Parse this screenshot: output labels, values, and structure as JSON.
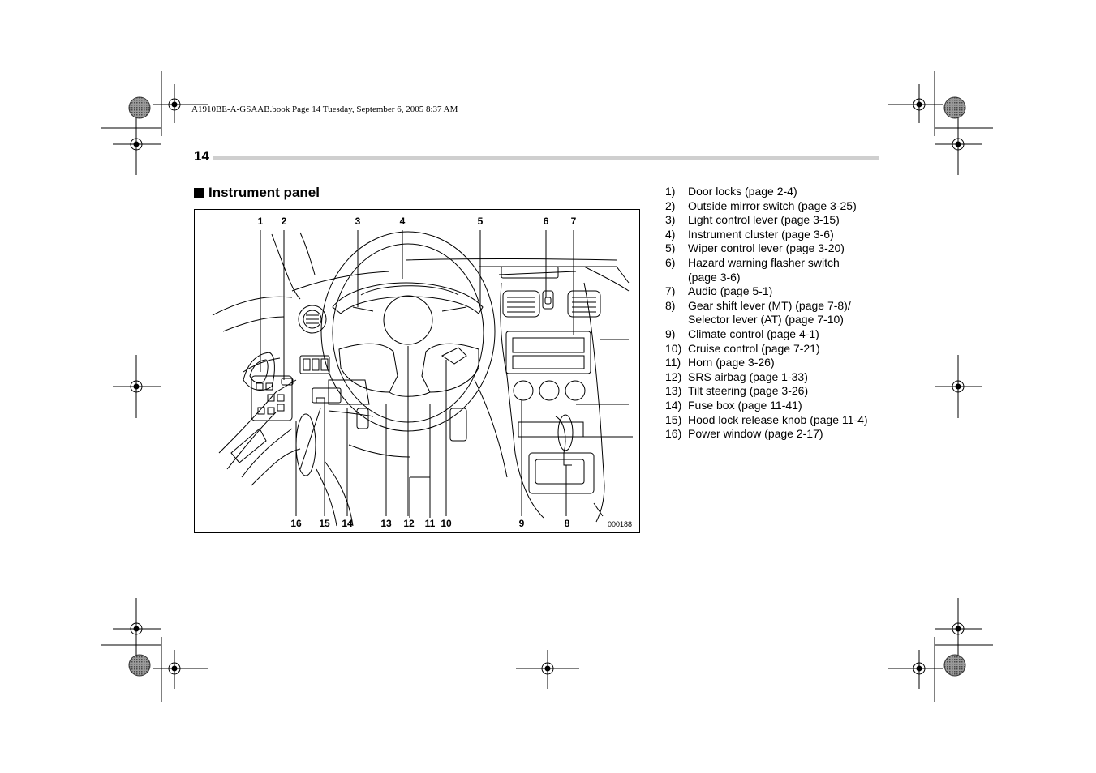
{
  "print_info": "A1910BE-A-GSAAB.book  Page 14  Tuesday, September 6, 2005  8:37 AM",
  "page_number": "14",
  "section_title": "Instrument panel",
  "figure": {
    "code": "000188",
    "top_callouts": [
      "1",
      "2",
      "3",
      "4",
      "5",
      "6",
      "7"
    ],
    "bottom_callouts": [
      "16",
      "15",
      "14",
      "13",
      "12",
      "11",
      "10",
      "9",
      "8"
    ]
  },
  "legend": [
    {
      "num": "1)",
      "text": "Door locks (page 2-4)"
    },
    {
      "num": "2)",
      "text": "Outside mirror switch (page 3-25)"
    },
    {
      "num": "3)",
      "text": "Light control lever (page 3-15)"
    },
    {
      "num": "4)",
      "text": "Instrument cluster (page 3-6)"
    },
    {
      "num": "5)",
      "text": "Wiper control lever (page 3-20)"
    },
    {
      "num": "6)",
      "text": "Hazard warning flasher switch",
      "cont": "(page 3-6)"
    },
    {
      "num": "7)",
      "text": "Audio (page 5-1)"
    },
    {
      "num": "8)",
      "text": "Gear shift lever (MT) (page 7-8)/",
      "cont": "Selector lever (AT) (page 7-10)"
    },
    {
      "num": "9)",
      "text": "Climate control (page 4-1)"
    },
    {
      "num": "10)",
      "text": "Cruise control (page 7-21)"
    },
    {
      "num": "11)",
      "text": "Horn (page 3-26)"
    },
    {
      "num": "12)",
      "text": "SRS airbag (page 1-33)"
    },
    {
      "num": "13)",
      "text": "Tilt steering (page 3-26)"
    },
    {
      "num": "14)",
      "text": "Fuse box (page 11-41)"
    },
    {
      "num": "15)",
      "text": "Hood lock release knob (page 11-4)"
    },
    {
      "num": "16)",
      "text": "Power window (page 2-17)"
    }
  ]
}
